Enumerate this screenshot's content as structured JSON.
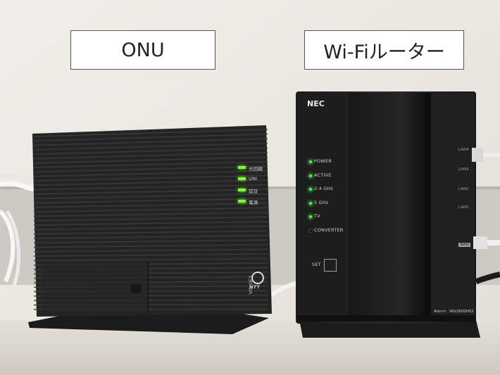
{
  "labels": {
    "onu": "ONU",
    "wifi_router": "Wi-Fiルーター"
  },
  "onu_device": {
    "leds": [
      {
        "label": "光回線",
        "color": "#7dff3a"
      },
      {
        "label": "UNI",
        "color": "#7dff3a"
      },
      {
        "label": "認証",
        "color": "#7dff3a"
      },
      {
        "label": "電源",
        "color": "#7dff3a"
      }
    ],
    "model": "VG-GE2",
    "logo_text": "NTT"
  },
  "router_device": {
    "brand": "NEC",
    "leds": [
      {
        "label": "POWER",
        "color": "#4cff4c"
      },
      {
        "label": "ACTIVE",
        "color": "#4cff4c"
      },
      {
        "label": "2.4 GHz",
        "color": "#4cff4c"
      },
      {
        "label": "5 GHz",
        "color": "#4cff4c"
      },
      {
        "label": "TV",
        "color": "#4cff4c"
      },
      {
        "label": "CONVERTER",
        "color": "#111111"
      }
    ],
    "set_button": "SET",
    "ports": [
      "LAN4",
      "LAN3",
      "LAN2",
      "LAN1",
      "WAN"
    ],
    "model": "WG2600HS2",
    "series": "Aterm"
  },
  "colors": {
    "wall": "#ece8e2",
    "shelf": "#ddd8d0",
    "device_body": "#1e1f1e",
    "backplate": "#cfcbc5"
  }
}
